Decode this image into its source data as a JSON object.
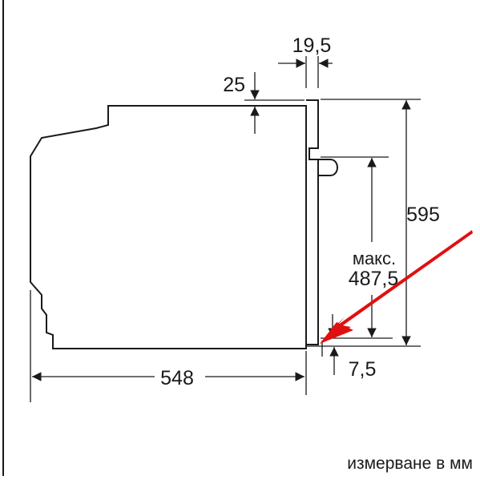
{
  "diagram": {
    "dimensions": {
      "depth": "548",
      "height": "595",
      "max_label": "макс.",
      "max_value": "487,5",
      "top_gap": "25",
      "front_thickness": "19,5",
      "bottom_offset": "7,5"
    },
    "caption": "измерване в мм",
    "colors": {
      "line": "#1a1a1a",
      "highlight_arrow": "#e01010",
      "background": "#ffffff"
    }
  }
}
